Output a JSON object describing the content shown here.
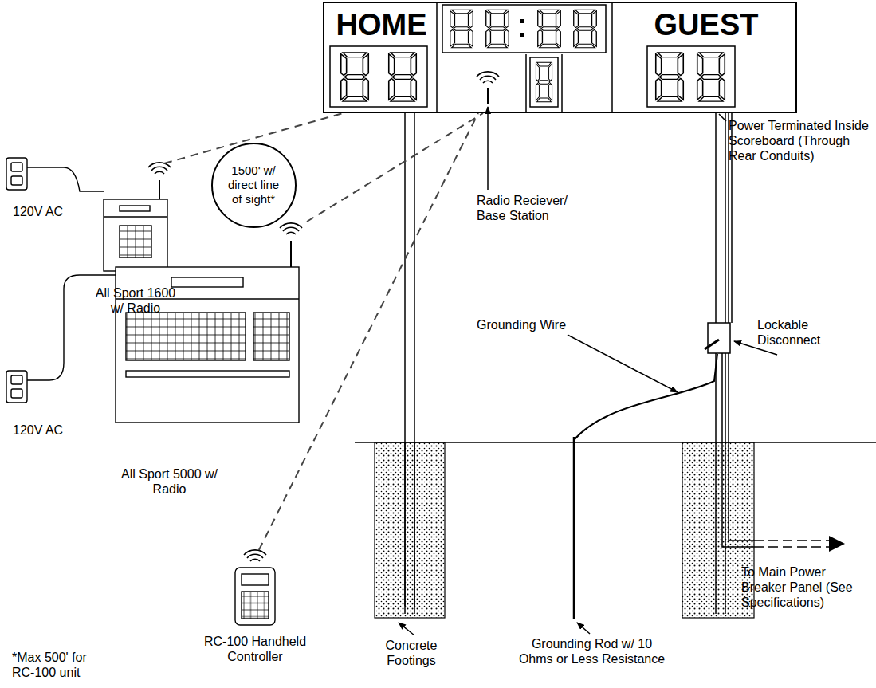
{
  "diagram": {
    "nodes": [
      {
        "text": [
          "HOME",
          "GUEST"
        ]
      },
      {
        "text": [
          "1500' w/ direct line of sight*"
        ]
      },
      {
        "text": [
          "All Sport 1600 w/ Radio"
        ]
      },
      {
        "text": [
          "All Sport 5000 w/ Radio"
        ]
      },
      {
        "text": [
          "RC-100 Handheld Controller"
        ]
      }
    ],
    "edges": [
      {
        "from": 2,
        "to": 0,
        "arrow": "none"
      },
      {
        "from": 3,
        "to": 0,
        "arrow": "none"
      },
      {
        "from": 4,
        "to": 0,
        "arrow": "none"
      }
    ],
    "labels": [
      "120V AC",
      "120V AC",
      "Radio Reciever/ Base Station",
      "Power Terminated Inside Scoreboard (Through Rear Conduits)",
      "Grounding Wire",
      "Lockable Disconnect",
      "To Main Power Breaker Panel (See Specifications)",
      "Concrete Footings",
      "Grounding Rod w/ 10 Ohms or Less Resistance",
      "*Max 500' for RC-100 unit"
    ]
  }
}
